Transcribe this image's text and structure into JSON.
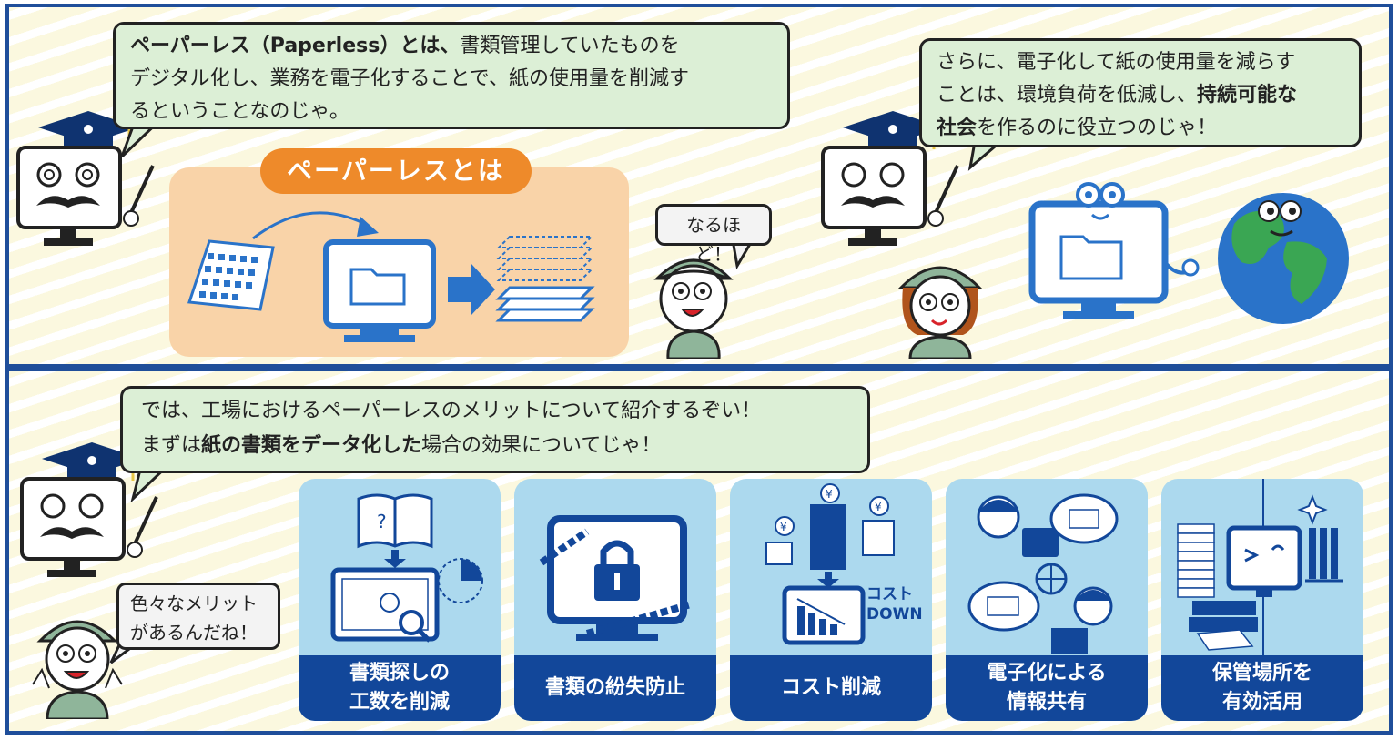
{
  "top_section": {
    "professor_intro_bubble": {
      "bold_part": "ペーパーレス（Paperless）とは、",
      "line1_rest": "書類管理していたものを",
      "line2": "デジタル化し、業務を電子化することで、紙の使用量を削減す",
      "line3": "るということなのじゃ。"
    },
    "paperless_panel_title": "ペーパーレスとは",
    "boy_reply": "なるほど！",
    "professor_eco_bubble": {
      "line1": "さらに、電子化して紙の使用量を減らす",
      "line2_pre": "ことは、環境負荷を低減し、",
      "line2_bold": "持続可能な",
      "line3_bold": "社会",
      "line3_rest": "を作るのに役立つのじゃ！"
    }
  },
  "bottom_section": {
    "professor_bubble": {
      "line1": "では、工場におけるペーパーレスのメリットについて紹介するぞい！",
      "line2_pre": "まずは",
      "line2_bold": "紙の書類をデータ化した",
      "line2_rest": "場合の効果についてじゃ！"
    },
    "boy_reply_line1": "色々なメリット",
    "boy_reply_line2": "があるんだね！",
    "cost_label_line1": "コスト",
    "cost_label_line2": "DOWN",
    "yen_symbol": "¥",
    "question_mark": "?",
    "cards": [
      {
        "line1": "書類探しの",
        "line2": "工数を削減"
      },
      {
        "line1": "書類の紛失防止",
        "line2": ""
      },
      {
        "line1": "コスト削減",
        "line2": ""
      },
      {
        "line1": "電子化による",
        "line2": "情報共有"
      },
      {
        "line1": "保管場所を",
        "line2": "有効活用"
      }
    ]
  },
  "colors": {
    "frame_blue": "#1f4e9a",
    "bubble_green": "#dcefd6",
    "orange": "#ee8a2a",
    "peach": "#f9d3a8",
    "card_light_blue": "#acd9ee",
    "card_dark_blue": "#12479a",
    "monitor_blue": "#2a73c9"
  }
}
